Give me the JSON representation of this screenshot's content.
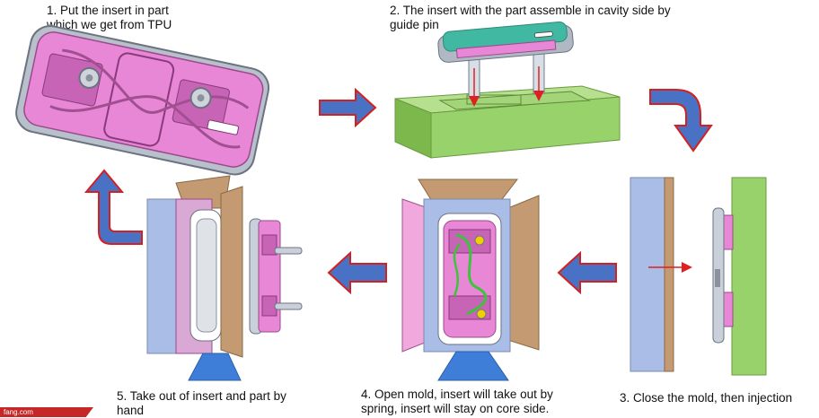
{
  "steps": [
    {
      "text": "1. Put the insert in part which we get from TPU mold."
    },
    {
      "text": "2. The insert with the part assemble in cavity side by guide pin"
    },
    {
      "text": "3. Close the mold, then injection"
    },
    {
      "text": "4. Open mold, insert will take out by spring, insert will stay on core side."
    },
    {
      "text": "5. Take out of insert and part by hand"
    }
  ],
  "watermark": "fang.com",
  "colors": {
    "flow_arrow_fill": "#4a72c4",
    "flow_arrow_stroke": "#d42020",
    "mold_pink": "#e887d6",
    "mold_blue": "#a9bde6",
    "mold_brown": "#c49a72",
    "mold_green": "#97d26a",
    "insert_teal": "#41b9a2",
    "direction_arrow": "#e02020"
  }
}
